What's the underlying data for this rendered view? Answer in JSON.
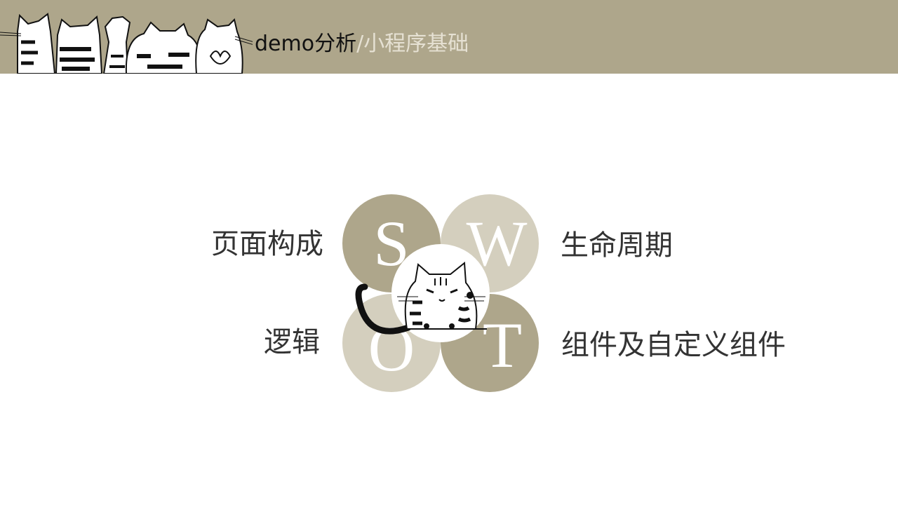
{
  "header": {
    "title_main": "demo分析",
    "title_sep": "/",
    "title_sub": "小程序基础",
    "background": "#aea68b"
  },
  "swot": {
    "quadrants": [
      {
        "letter": "S",
        "label": "页面构成",
        "color": "#aea68b"
      },
      {
        "letter": "W",
        "label": "生命周期",
        "color": "#d4cfbe"
      },
      {
        "letter": "O",
        "label": "逻辑",
        "color": "#d4cfbe"
      },
      {
        "letter": "T",
        "label": "组件及自定义组件",
        "color": "#aea68b"
      }
    ],
    "center_icon": "cat-icon"
  },
  "decor": {
    "banner_icon": "cat-family-icon"
  }
}
